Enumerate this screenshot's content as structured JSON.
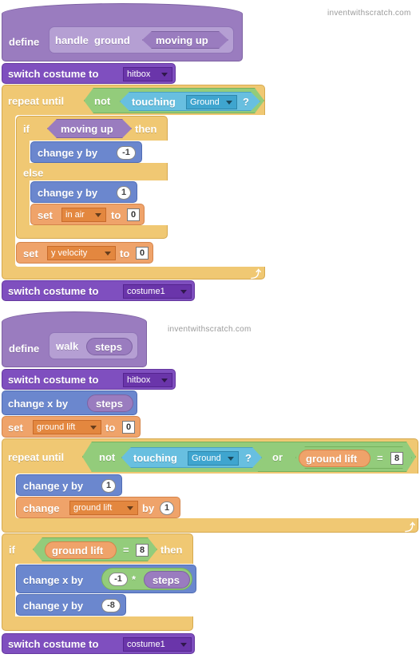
{
  "watermark": "inventwithscratch.com",
  "script1": {
    "define": "define",
    "proc_name_1": "handle",
    "proc_name_2": "ground",
    "param": "moving up",
    "switch1": "switch costume to",
    "switch1_value": "hitbox",
    "repeat_until": "repeat until",
    "not": "not",
    "touching": "touching",
    "touching_value": "Ground",
    "q": "?",
    "if": "if",
    "if_cond": "moving up",
    "then": "then",
    "change_y_1": "change y by",
    "change_y_1_value": "-1",
    "else": "else",
    "change_y_2": "change y by",
    "change_y_2_value": "1",
    "set1": "set",
    "set1_var": "in air",
    "set1_to": "to",
    "set1_value": "0",
    "set2": "set",
    "set2_var": "y velocity",
    "set2_to": "to",
    "set2_value": "0",
    "switch2": "switch costume to",
    "switch2_value": "costume1"
  },
  "script2": {
    "define": "define",
    "proc_name": "walk",
    "param": "steps",
    "switch1": "switch costume to",
    "switch1_value": "hitbox",
    "change_x": "change x by",
    "change_x_param": "steps",
    "set": "set",
    "set_var": "ground lift",
    "set_to": "to",
    "set_value": "0",
    "repeat_until": "repeat until",
    "not": "not",
    "touching": "touching",
    "touching_value": "Ground",
    "q": "?",
    "or": "or",
    "cmp_var": "ground lift",
    "eq": "=",
    "cmp_value": "8",
    "change_y": "change y by",
    "change_y_value": "1",
    "change": "change",
    "change_var": "ground lift",
    "by": "by",
    "change_by_value": "1",
    "if": "if",
    "if_var": "ground lift",
    "if_eq": "=",
    "if_value": "8",
    "then": "then",
    "change_x2": "change x by",
    "mult_a": "-1",
    "mult_op": "*",
    "mult_b": "steps",
    "change_y2": "change y by",
    "change_y2_value": "-8",
    "switch2": "switch costume to",
    "switch2_value": "costume1"
  }
}
